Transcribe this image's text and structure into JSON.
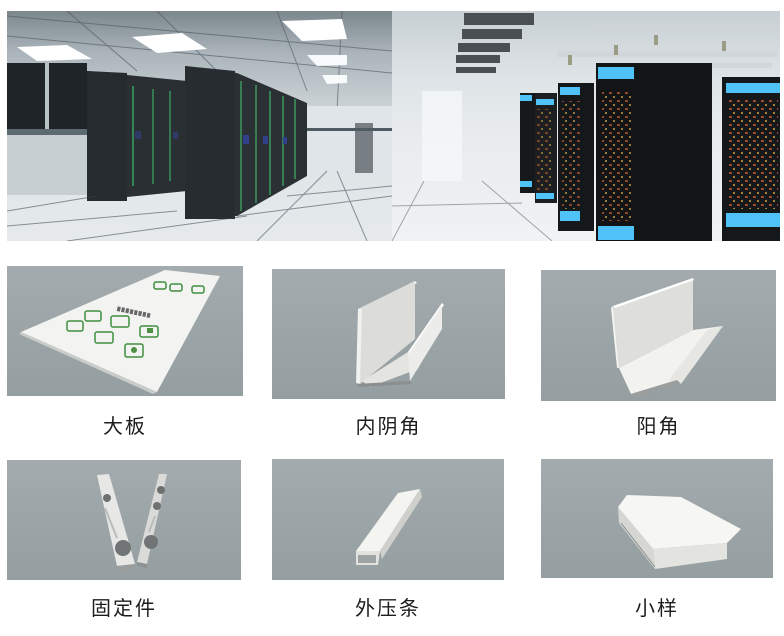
{
  "hero_photos": [
    {
      "subject": "server-room-left",
      "description": "Clean room data center with dark server racks, white ceiling panels and tiled floor"
    },
    {
      "subject": "server-room-right",
      "description": "Data center with black server racks with blue LED trims and overhead cable trays"
    }
  ],
  "products": [
    {
      "label": "大板",
      "subject": "large-panel"
    },
    {
      "label": "内阴角",
      "subject": "inner-corner-profile"
    },
    {
      "label": "阳角",
      "subject": "outer-corner-profile"
    },
    {
      "label": "固定件",
      "subject": "fixing-brackets"
    },
    {
      "label": "外压条",
      "subject": "outer-pressing-strip"
    },
    {
      "label": "小样",
      "subject": "sample-piece"
    }
  ],
  "colors": {
    "panel_gray": "#9ea6a9",
    "label_text": "#1d1d1d",
    "rack_dark": "#2a2f33",
    "led_blue": "#4fc3f7",
    "led_green": "#4caf50",
    "product_white": "#eeeeec"
  }
}
